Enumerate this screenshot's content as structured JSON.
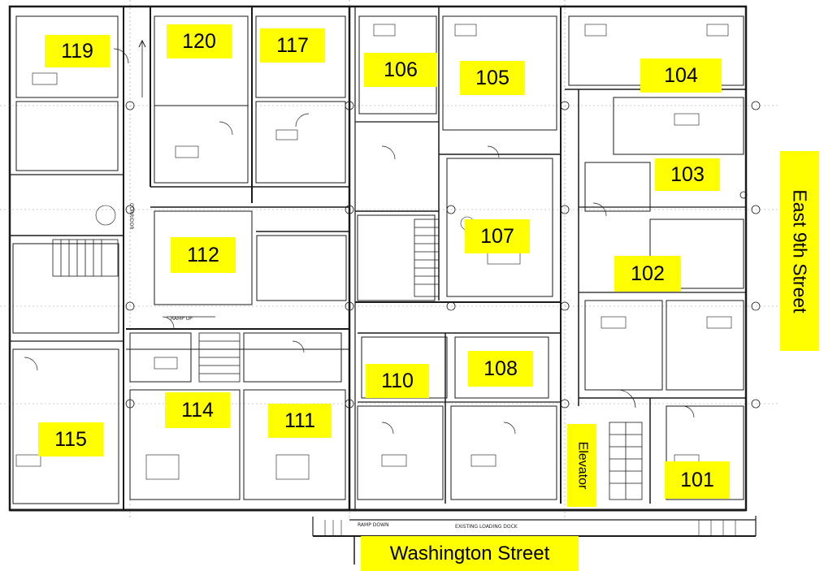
{
  "units": [
    {
      "id": "u119",
      "label": "119"
    },
    {
      "id": "u120",
      "label": "120"
    },
    {
      "id": "u117",
      "label": "117"
    },
    {
      "id": "u106",
      "label": "106"
    },
    {
      "id": "u105",
      "label": "105"
    },
    {
      "id": "u104",
      "label": "104"
    },
    {
      "id": "u103",
      "label": "103"
    },
    {
      "id": "u107",
      "label": "107"
    },
    {
      "id": "u112",
      "label": "112"
    },
    {
      "id": "u102",
      "label": "102"
    },
    {
      "id": "u108",
      "label": "108"
    },
    {
      "id": "u110",
      "label": "110"
    },
    {
      "id": "u114",
      "label": "114"
    },
    {
      "id": "u111",
      "label": "111"
    },
    {
      "id": "u115",
      "label": "115"
    },
    {
      "id": "u101",
      "label": "101"
    }
  ],
  "streets": {
    "east": "East 9th Street",
    "south": "Washington Street"
  },
  "elevator_label": "Elevator",
  "plan_notes": {
    "loading_dock": "EXISTING LOADING DOCK",
    "ramp_down": "RAMP DOWN",
    "ramp_up": "RAMP UP",
    "corridor": "CORRIDOR"
  },
  "colors": {
    "highlight": "#ffff00",
    "linework": "#1a1a1a",
    "background": "#ffffff"
  }
}
